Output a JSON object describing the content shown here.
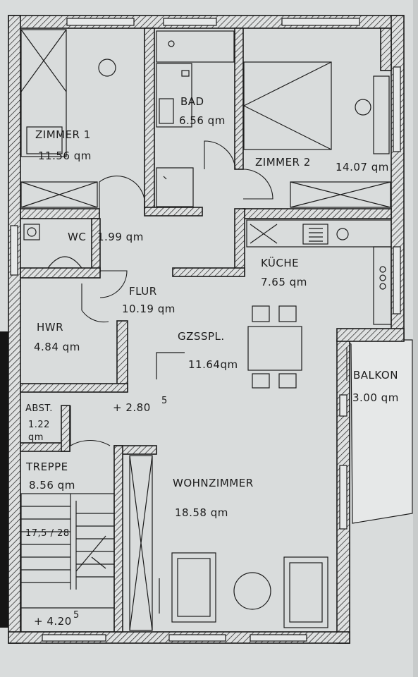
{
  "rooms": {
    "zimmer1": {
      "name": "ZIMMER 1",
      "area": "11.56 qm"
    },
    "bad": {
      "name": "BAD",
      "area": "6.56 qm"
    },
    "zimmer2": {
      "name": "ZIMMER 2",
      "area": "14.07 qm"
    },
    "wc": {
      "name": "WC",
      "area": "1.99 qm"
    },
    "kueche": {
      "name": "KÜCHE",
      "area": "7.65 qm"
    },
    "flur": {
      "name": "FLUR",
      "area": "10.19 qm"
    },
    "hwr": {
      "name": "HWR",
      "area": "4.84 qm"
    },
    "gzsspl": {
      "name": "GZSSPL.",
      "area": "11.64qm"
    },
    "balkon": {
      "name": "BALKON",
      "area": "3.00 qm"
    },
    "abst": {
      "name": "ABST.",
      "area_line1": "1.22",
      "area_line2": "qm"
    },
    "treppe": {
      "name": "TREPPE",
      "area": "8.56 qm"
    },
    "wohnzimmer": {
      "name": "WOHNZIMMER",
      "area": "18.58 qm"
    }
  },
  "levels": {
    "floor": "+ 2.80",
    "floor_sup": "5",
    "stair": "+ 4.20",
    "stair_sup": "5"
  },
  "stair_label": "17,5 / 28"
}
